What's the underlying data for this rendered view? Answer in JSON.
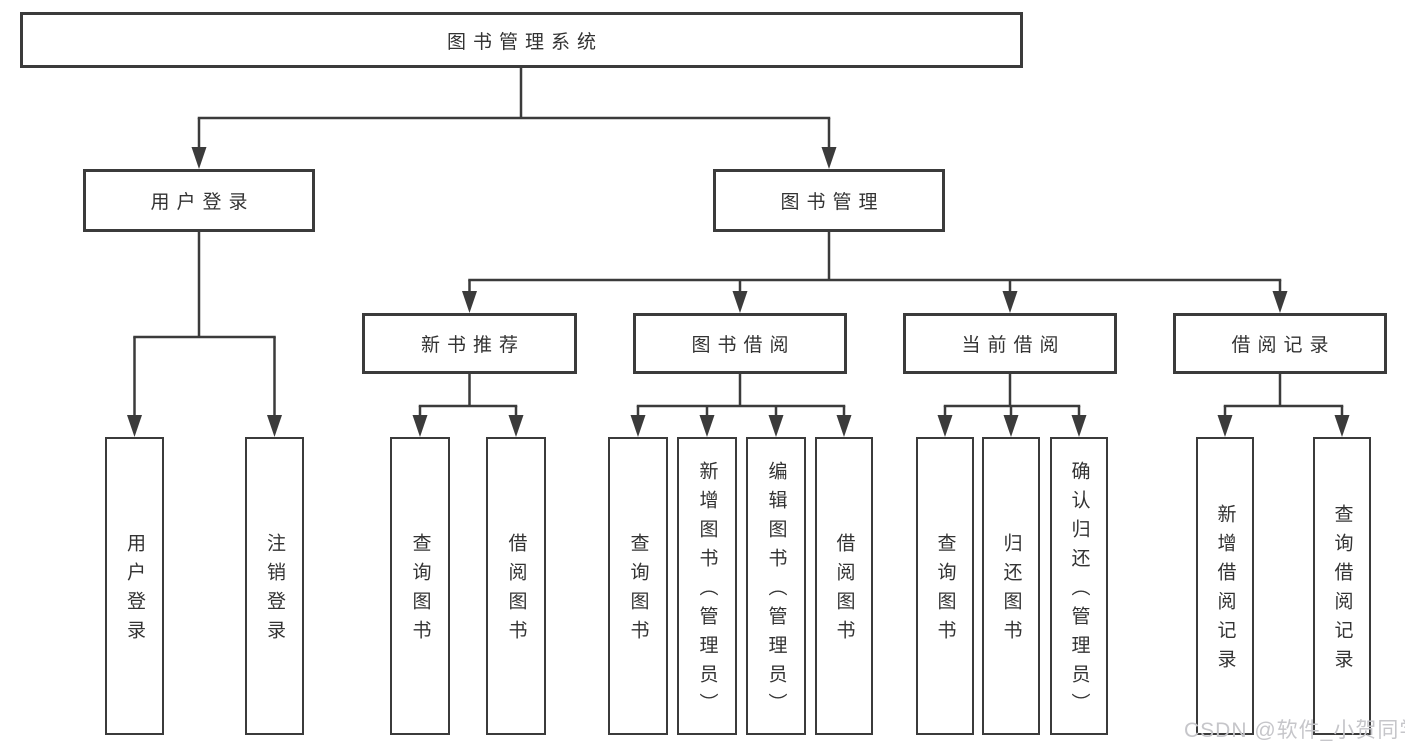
{
  "diagram": {
    "root": {
      "label": "图书管理系统"
    },
    "branches": [
      {
        "label": "用户登录",
        "children": [
          {
            "label": "用户登录"
          },
          {
            "label": "注销登录"
          }
        ]
      },
      {
        "label": "图书管理",
        "children": [
          {
            "label": "新书推荐",
            "children": [
              {
                "label": "查询图书"
              },
              {
                "label": "借阅图书"
              }
            ]
          },
          {
            "label": "图书借阅",
            "children": [
              {
                "label": "查询图书"
              },
              {
                "label": "新增图书（管理员）"
              },
              {
                "label": "编辑图书（管理员）"
              },
              {
                "label": "借阅图书"
              }
            ]
          },
          {
            "label": "当前借阅",
            "children": [
              {
                "label": "查询图书"
              },
              {
                "label": "归还图书"
              },
              {
                "label": "确认归还（管理员）"
              }
            ]
          },
          {
            "label": "借阅记录",
            "children": [
              {
                "label": "新增借阅记录"
              },
              {
                "label": "查询借阅记录"
              }
            ]
          }
        ]
      }
    ]
  },
  "watermark": {
    "text": "CSDN @软件_小贺同学"
  },
  "colors": {
    "line": "#3b3b3b",
    "text": "#333333",
    "watermark": "#c6c6ca",
    "background": "#ffffff"
  }
}
